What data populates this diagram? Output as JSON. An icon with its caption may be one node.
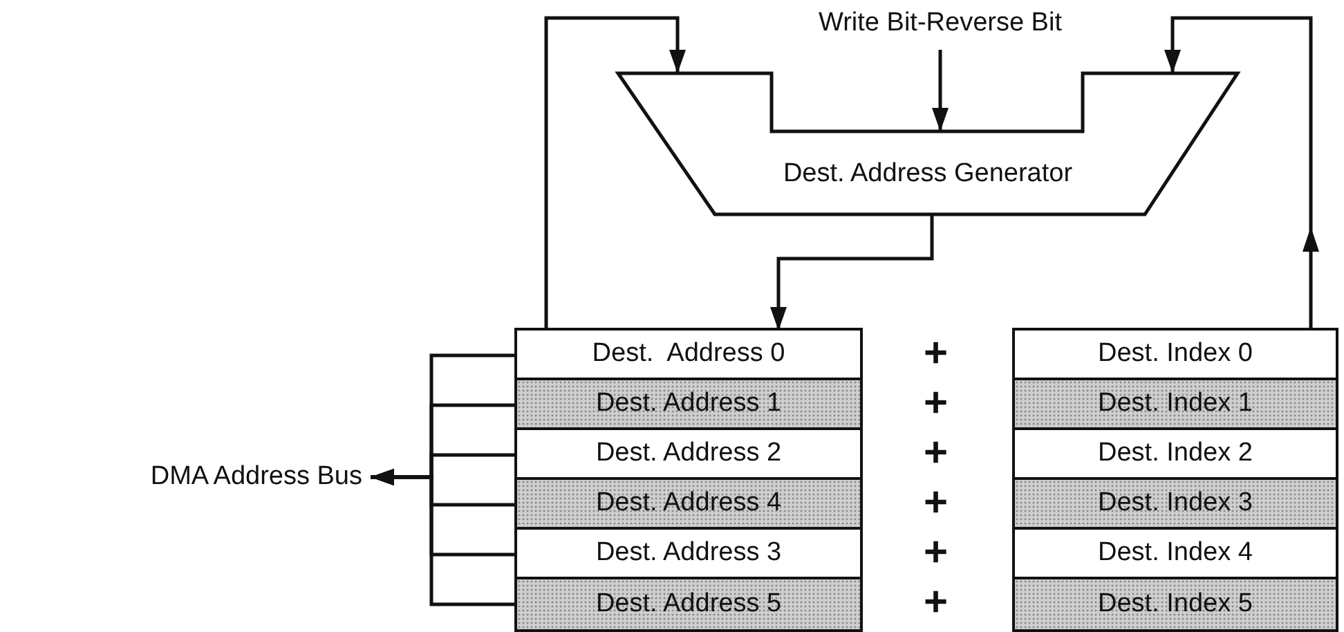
{
  "diagram": {
    "nodes": [
      {
        "text": [
          "Write Bit-Reverse Bit"
        ]
      },
      {
        "text": [
          "Dest. Address Generator"
        ]
      },
      {
        "text": [],
        "shape": "box"
      },
      {
        "text": [
          "Dest.  Address 0"
        ],
        "in": 2
      },
      {
        "text": [
          "Dest. Address 1"
        ],
        "in": 2
      },
      {
        "text": [
          "Dest. Address 2"
        ],
        "in": 2
      },
      {
        "text": [
          "Dest. Address 4"
        ],
        "in": 2
      },
      {
        "text": [
          "Dest. Address 3"
        ],
        "in": 2
      },
      {
        "text": [
          "Dest. Address 5"
        ],
        "in": 2
      },
      {
        "text": [],
        "shape": "box"
      },
      {
        "text": [
          "Dest. Index 0"
        ],
        "in": 9
      },
      {
        "text": [
          "Dest. Index 1"
        ],
        "in": 9
      },
      {
        "text": [
          "Dest. Index 2"
        ],
        "in": 9
      },
      {
        "text": [
          "Dest. Index 3"
        ],
        "in": 9
      },
      {
        "text": [
          "Dest. Index 4"
        ],
        "in": 9
      },
      {
        "text": [
          "Dest. Index 5"
        ],
        "in": 9
      },
      {
        "text": [
          "DMA Address Bus"
        ]
      }
    ],
    "edges": [
      {
        "from": 0,
        "to": 1,
        "arrow": "to"
      },
      {
        "from": 2,
        "to": 1,
        "arrow": "to"
      },
      {
        "from": 1,
        "to": 3,
        "arrow": "to"
      },
      {
        "from": 9,
        "to": 1,
        "arrow": "to"
      },
      {
        "from": 3,
        "to": 16,
        "arrow": "to"
      },
      {
        "from": 4,
        "to": 16,
        "arrow": "to"
      },
      {
        "from": 5,
        "to": 16,
        "arrow": "to"
      },
      {
        "from": 6,
        "to": 16,
        "arrow": "to"
      },
      {
        "from": 7,
        "to": 16,
        "arrow": "to"
      },
      {
        "from": 8,
        "to": 16,
        "arrow": "to"
      }
    ],
    "labels": [
      "+",
      "+",
      "+",
      "+",
      "+",
      "+"
    ]
  }
}
